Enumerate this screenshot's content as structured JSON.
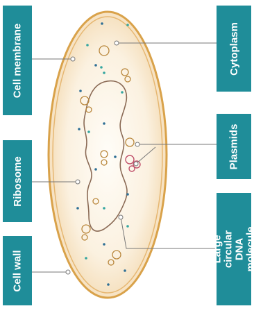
{
  "labels": {
    "cell_membrane": "Cell membrane",
    "ribosome": "Ribosome",
    "cell_wall": "Cell wall",
    "cytoplasm": "Cytoplasm",
    "plasmids": "Plasmids",
    "dna": "Large circular DNA molecule"
  },
  "colors": {
    "label_bg": "#1f8d99",
    "cell_wall": "#d9a24a",
    "cytoplasm": "#fbf1e0",
    "leader_line": "#777777",
    "granule": "#2e6f95",
    "granule_alt": "#35a6a0"
  }
}
